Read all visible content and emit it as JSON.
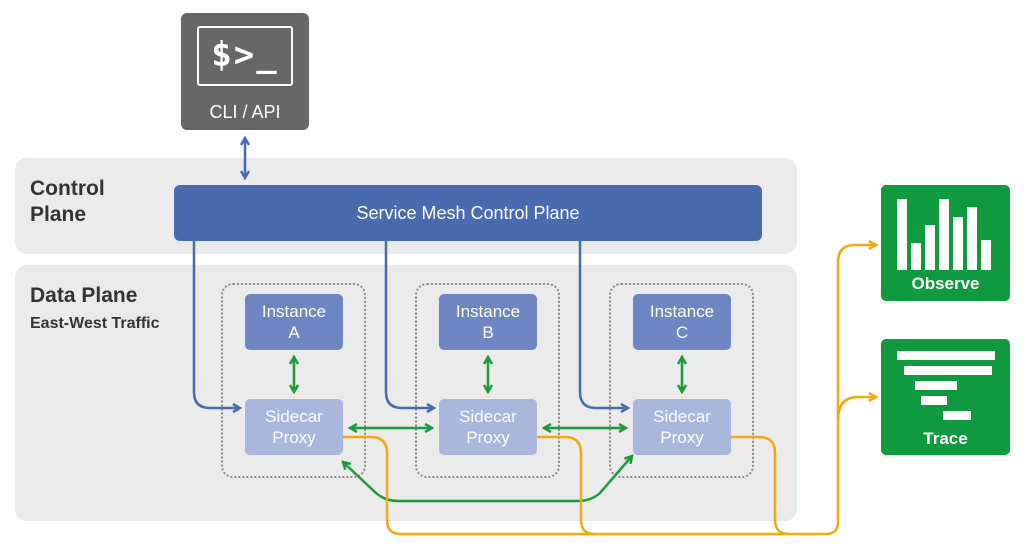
{
  "cli": {
    "prompt": "$>_",
    "label": "CLI / API"
  },
  "control_plane": {
    "title_line1": "Control",
    "title_line2": "Plane",
    "bar_label": "Service Mesh Control Plane"
  },
  "data_plane": {
    "title": "Data Plane",
    "subtitle": "East-West Traffic"
  },
  "pods": [
    {
      "instance_line1": "Instance",
      "instance_line2": "A",
      "sidecar_line1": "Sidecar",
      "sidecar_line2": "Proxy"
    },
    {
      "instance_line1": "Instance",
      "instance_line2": "B",
      "sidecar_line1": "Sidecar",
      "sidecar_line2": "Proxy"
    },
    {
      "instance_line1": "Instance",
      "instance_line2": "C",
      "sidecar_line1": "Sidecar",
      "sidecar_line2": "Proxy"
    }
  ],
  "observe": {
    "label": "Observe"
  },
  "trace": {
    "label": "Trace"
  },
  "colors": {
    "control_blue": "#4a6ab0",
    "instance_blue": "#6f86c5",
    "sidecar_blue": "#a9b8dc",
    "green": "#0f9a3f",
    "arrow_green": "#1c9a3c",
    "orange": "#f0a90e",
    "cli_gray": "#666666",
    "panel_gray": "#ebebeb"
  }
}
